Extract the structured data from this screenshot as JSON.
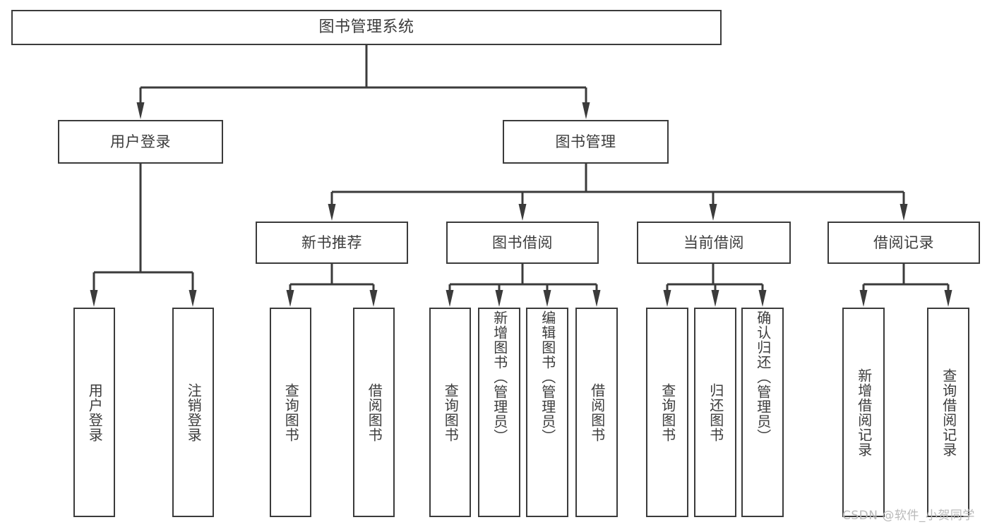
{
  "diagram": {
    "type": "tree-hierarchy-chart",
    "title": "图书管理系统",
    "line_color": "#3b3b3b",
    "box_fill": "#ffffff",
    "text_color": "#3c3c3c",
    "root": {
      "id": "root",
      "label": "图书管理系统"
    },
    "level2": [
      {
        "id": "user-login",
        "label": "用户登录"
      },
      {
        "id": "book-manage",
        "label": "图书管理"
      }
    ],
    "level3": [
      {
        "id": "new-book-recommend",
        "label": "新书推荐",
        "parent": "book-manage"
      },
      {
        "id": "book-borrow",
        "label": "图书借阅",
        "parent": "book-manage"
      },
      {
        "id": "current-borrow",
        "label": "当前借阅",
        "parent": "book-manage"
      },
      {
        "id": "borrow-record",
        "label": "借阅记录",
        "parent": "book-manage"
      }
    ],
    "leaves": {
      "user_login": [
        {
          "id": "leaf-user-login",
          "label": "用户登录"
        },
        {
          "id": "leaf-user-logout",
          "label": "注销登录"
        }
      ],
      "new_book_recommend": [
        {
          "id": "leaf-query-book-1",
          "label": "查询图书"
        },
        {
          "id": "leaf-borrow-book-1",
          "label": "借阅图书"
        }
      ],
      "book_borrow": [
        {
          "id": "leaf-query-book-2",
          "label": "查询图书"
        },
        {
          "id": "leaf-add-book",
          "label": "新增图书（管理员）"
        },
        {
          "id": "leaf-edit-book",
          "label": "编辑图书（管理员）"
        },
        {
          "id": "leaf-borrow-book-2",
          "label": "借阅图书"
        }
      ],
      "current_borrow": [
        {
          "id": "leaf-query-book-3",
          "label": "查询图书"
        },
        {
          "id": "leaf-return-book",
          "label": "归还图书"
        },
        {
          "id": "leaf-confirm-return",
          "label": "确认归还（管理员）"
        }
      ],
      "borrow_record": [
        {
          "id": "leaf-add-record",
          "label": "新增借阅记录"
        },
        {
          "id": "leaf-query-record",
          "label": "查询借阅记录"
        }
      ]
    }
  },
  "watermark": {
    "text": "CSDN @软件_小贺同学"
  }
}
